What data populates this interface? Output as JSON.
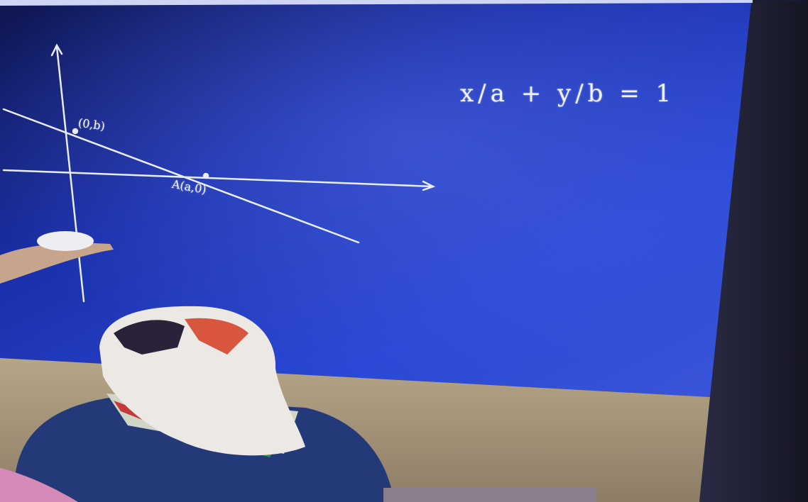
{
  "scene": {
    "description_free": true,
    "colors": {
      "board": "#1f3cc8",
      "board_dark": "#141c66",
      "chalk": "#eef2ff",
      "wall": "#b9a88e",
      "frame_right": "#1d1d2e",
      "sweater": "#253a7a",
      "hijab": "#ece8e4"
    }
  },
  "board": {
    "equation": "x/a + y/b = 1",
    "point_b_label": "(0,b)",
    "point_a_label": "A(a,0)"
  }
}
